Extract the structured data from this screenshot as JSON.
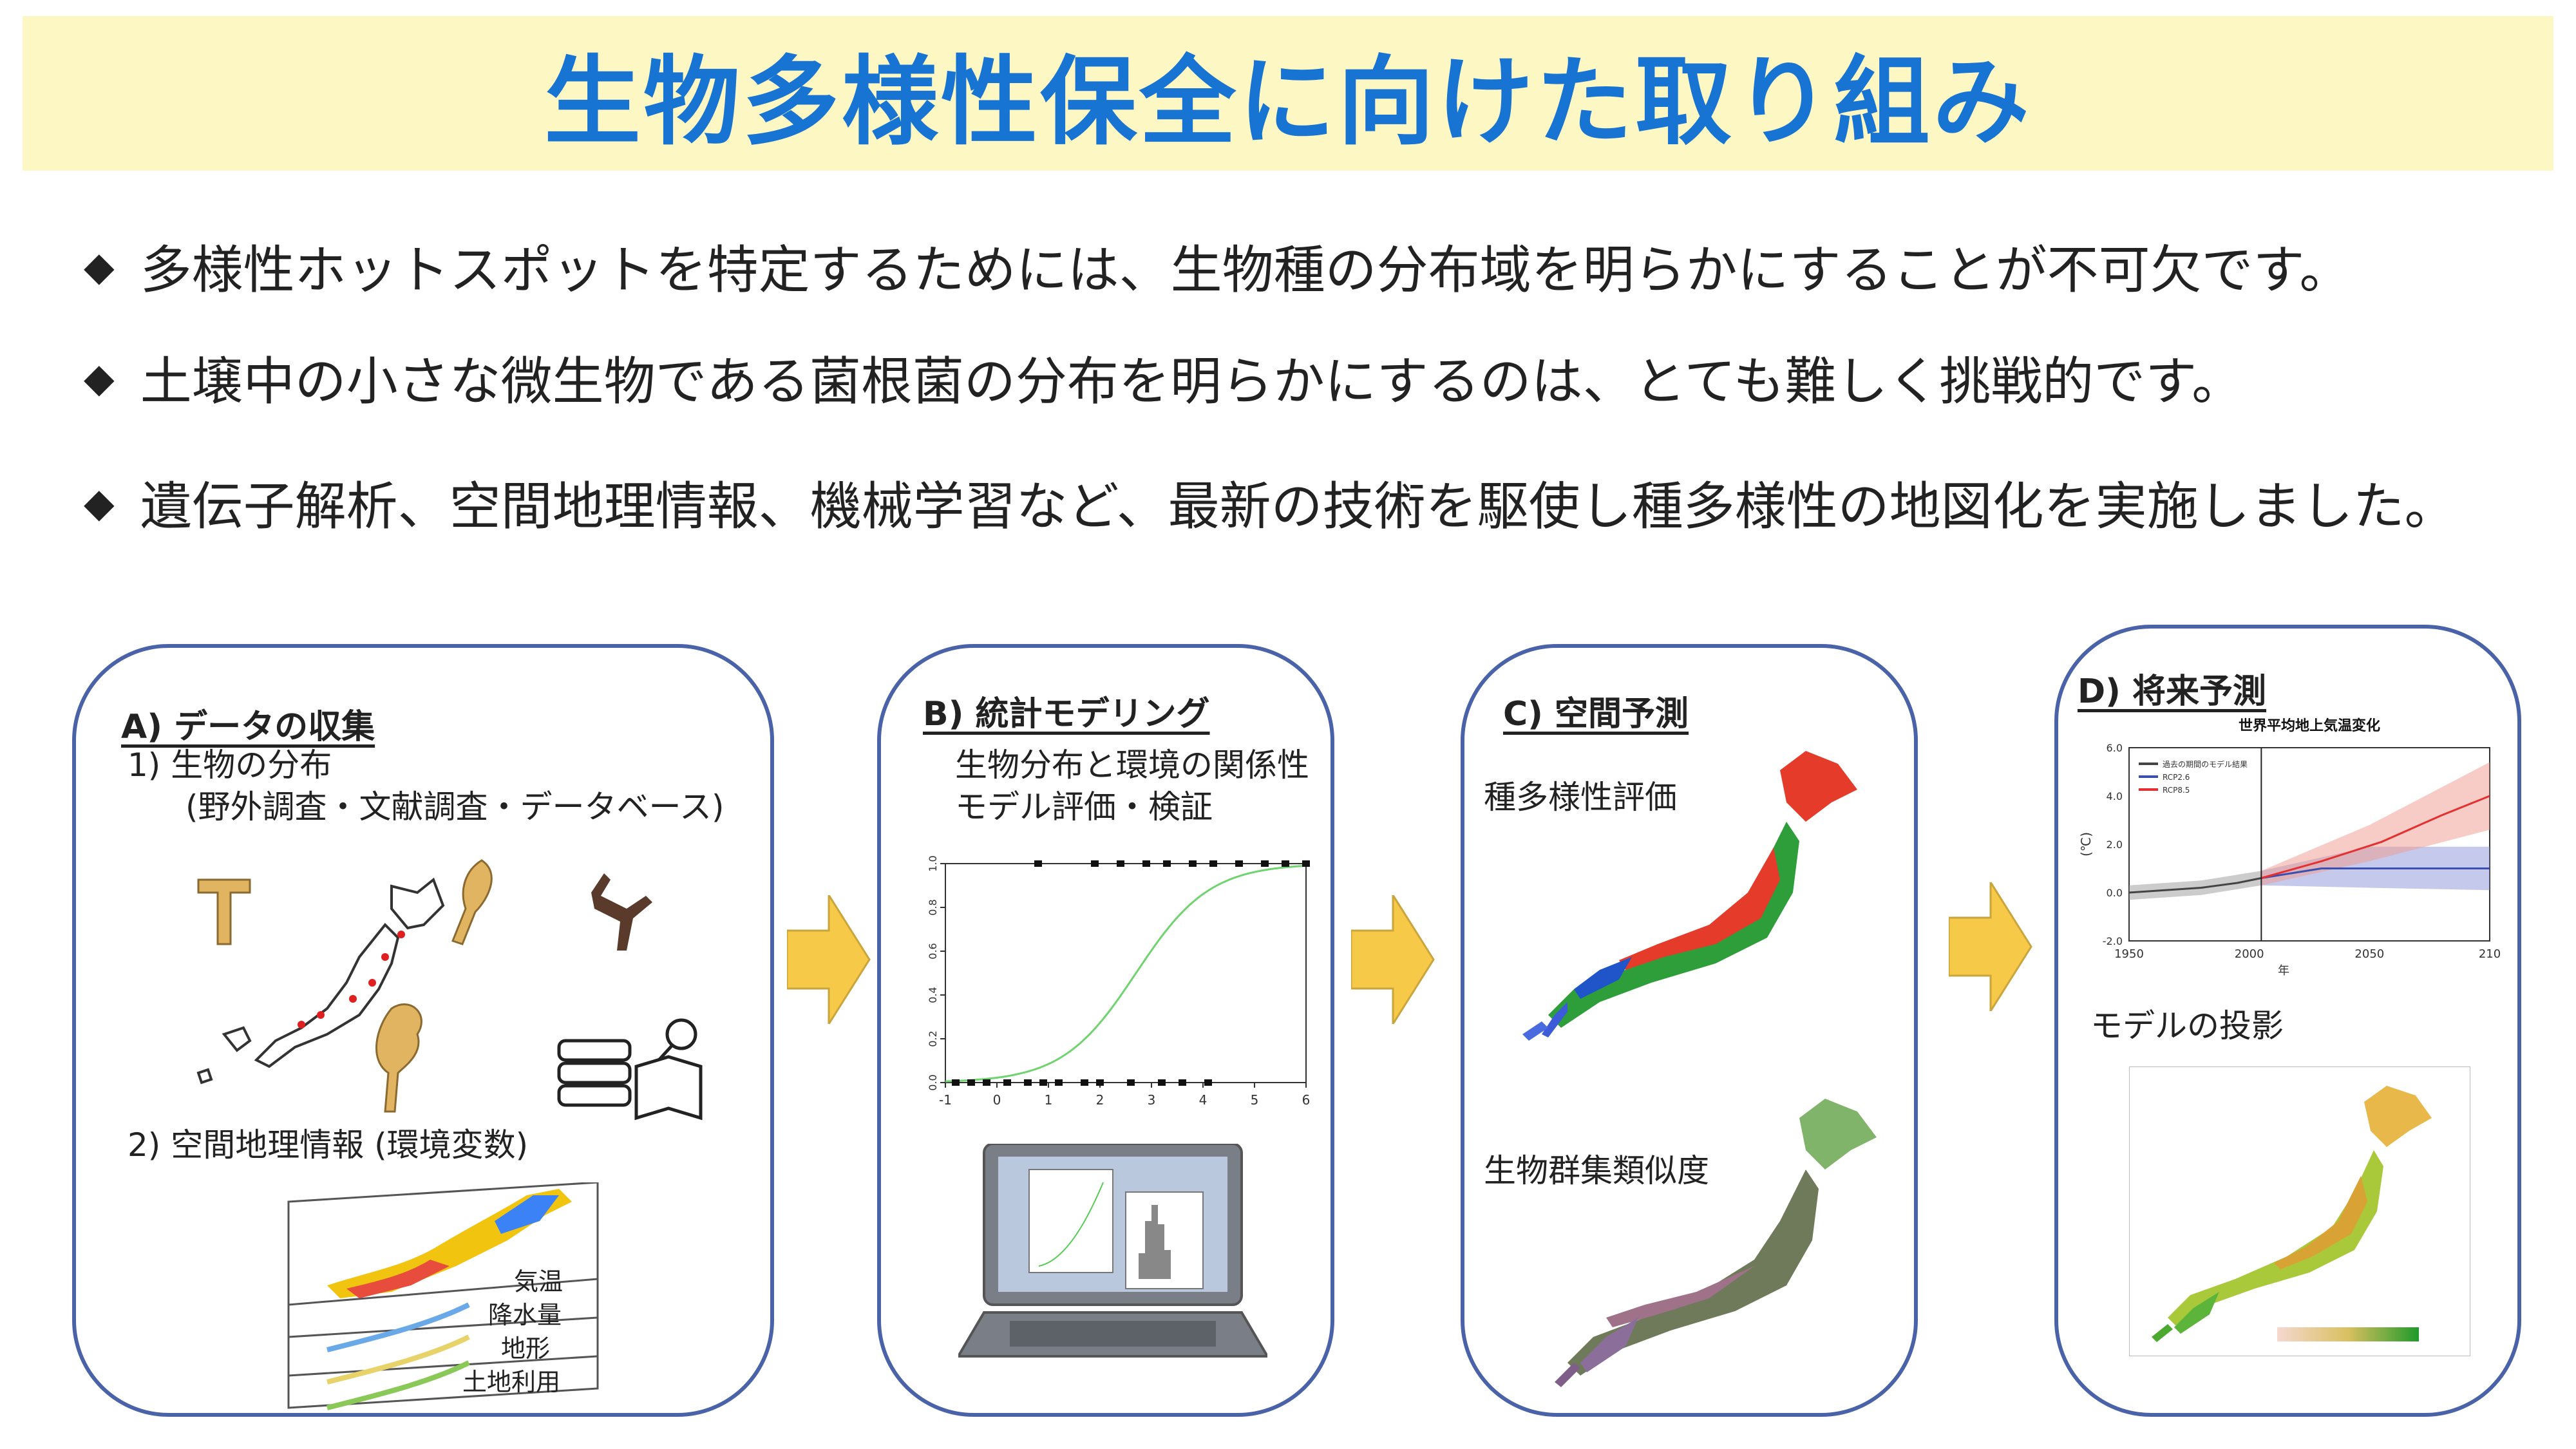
{
  "title": "生物多様性保全に向けた取り組み",
  "bullets": [
    "多様性ホットスポットを特定するためには、生物種の分布域を明らかにすることが不可欠です。",
    "土壌中の小さな微生物である菌根菌の分布を明らかにするのは、とても難しく挑戦的です。",
    "遺伝子解析、空間地理情報、機械学習など、最新の技術を駆使し種多様性の地図化を実施しました。"
  ],
  "bullet_mark": "◆",
  "panels": {
    "a": {
      "title": "A) データの収集",
      "item1": "1) 生物の分布",
      "item1_sub": "(野外調査・文献調査・データベース)",
      "item2": "2) 空間地理情報 (環境変数)",
      "layers": [
        "気温",
        "降水量",
        "地形",
        "土地利用"
      ]
    },
    "b": {
      "title": "B) 統計モデリング",
      "line1": "生物分布と環境の関係性",
      "line2": "モデル評価・検証"
    },
    "c": {
      "title": "C) 空間予測",
      "label1": "種多様性評価",
      "label2": "生物群集類似度"
    },
    "d": {
      "title": "D) 将来予測",
      "label": "モデルの投影"
    }
  },
  "colors": {
    "title": "#1874d2",
    "title_bg": "#fdf7c3",
    "panel_border": "#4a63a8",
    "arrow": "#f7c948"
  },
  "chart_data": [
    {
      "type": "scatter",
      "description_series": "presence/absence points with logistic fit",
      "x": [
        -0.8,
        -0.5,
        -0.2,
        0.2,
        0.6,
        0.9,
        1.2,
        1.7,
        2.0,
        2.6,
        3.2,
        3.6,
        4.1,
        0.8,
        1.9,
        2.4,
        2.9,
        3.3,
        3.8,
        4.2,
        4.7,
        5.2,
        5.6,
        6.0
      ],
      "y": [
        0,
        0,
        0,
        0,
        0,
        0,
        0,
        0,
        0,
        0,
        0,
        0,
        0,
        1,
        1,
        1,
        1,
        1,
        1,
        1,
        1,
        1,
        1,
        1
      ],
      "fit": {
        "x0": 2.7,
        "k": 1.4
      },
      "xlim": [
        -1,
        6
      ],
      "ylim": [
        0,
        1
      ],
      "xticks": [
        "-1",
        "0",
        "1",
        "2",
        "3",
        "4",
        "5",
        "6"
      ],
      "yticks": [
        "0.0",
        "0.2",
        "0.4",
        "0.6",
        "0.8",
        "1.0"
      ]
    },
    {
      "type": "line",
      "title": "世界平均地上気温変化",
      "ylabel": "(℃)",
      "xlabel": "年",
      "xlim": [
        1950,
        2100
      ],
      "ylim": [
        -2,
        6
      ],
      "xticks": [
        "1950",
        "2000",
        "2050",
        "210"
      ],
      "yticks": [
        "6.0",
        "4.0",
        "2.0",
        "0.0",
        "-2.0"
      ],
      "legend": [
        "過去の期間のモデル結果",
        "RCP2.6",
        "RCP8.5"
      ],
      "series": [
        {
          "name": "過去の期間のモデル結果",
          "x": [
            1950,
            1965,
            1980,
            1995,
            2005
          ],
          "values": [
            0.0,
            0.1,
            0.2,
            0.4,
            0.6
          ],
          "color": "#444444"
        },
        {
          "name": "RCP2.6",
          "x": [
            2005,
            2030,
            2055,
            2080,
            2100
          ],
          "values": [
            0.6,
            1.0,
            1.0,
            1.0,
            1.0
          ],
          "color": "#3b4fb0"
        },
        {
          "name": "RCP8.5",
          "x": [
            2005,
            2030,
            2055,
            2080,
            2100
          ],
          "values": [
            0.6,
            1.3,
            2.1,
            3.2,
            4.0
          ],
          "color": "#e53030"
        }
      ]
    }
  ]
}
